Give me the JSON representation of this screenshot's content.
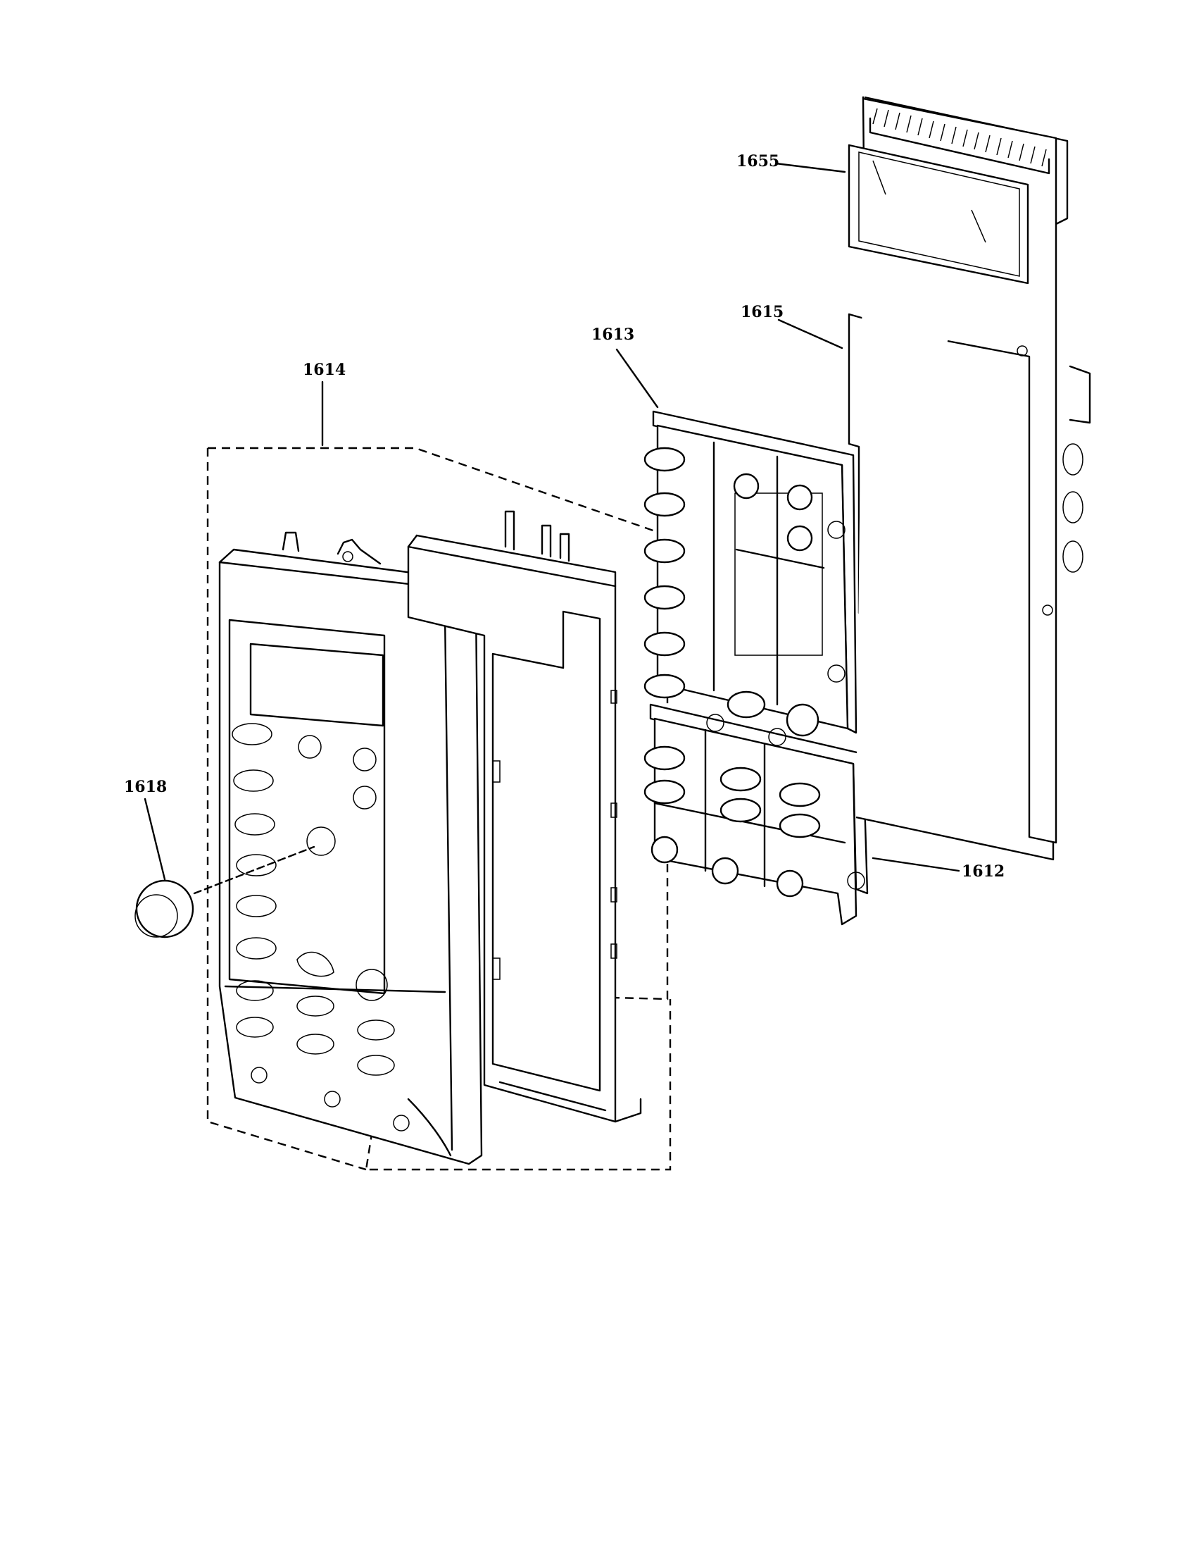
{
  "callouts": [
    {
      "id": "1655",
      "label": "1655"
    },
    {
      "id": "1615",
      "label": "1615"
    },
    {
      "id": "1613",
      "label": "1613"
    },
    {
      "id": "1614",
      "label": "1614"
    },
    {
      "id": "1618",
      "label": "1618"
    },
    {
      "id": "1612",
      "label": "1612"
    }
  ]
}
